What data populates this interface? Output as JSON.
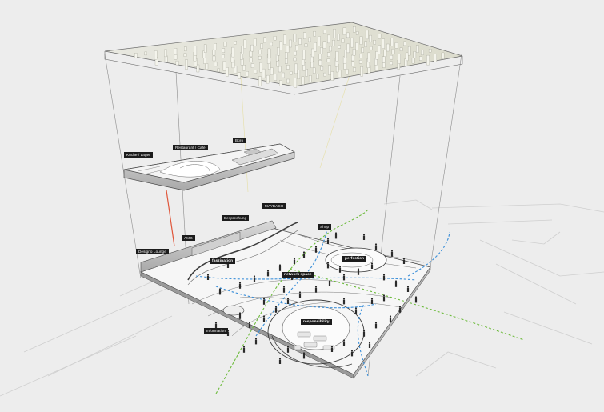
{
  "labels": {
    "kitchen": "Küche / Lager",
    "restaurant": "Restaurant / Café",
    "office": "Büro",
    "meeting": "Besprechung",
    "maybach": "MAYBACH",
    "amg": "AMG",
    "designo": "Designo Lounge",
    "shop": "Shop",
    "information": "Information",
    "faszination": "faszination",
    "perfection": "perfection",
    "network": "network space",
    "responsibility": "responsibility"
  },
  "colors": {
    "background": "#ededed",
    "outline": "#5a5a5a",
    "floor": "#f6f6f6",
    "label_bg": "#1c1c1c",
    "flow_blue": "#3b8fd9",
    "flow_green": "#6dbb3c",
    "connector_red": "#e0563a",
    "figure": "#2b2b2b"
  }
}
